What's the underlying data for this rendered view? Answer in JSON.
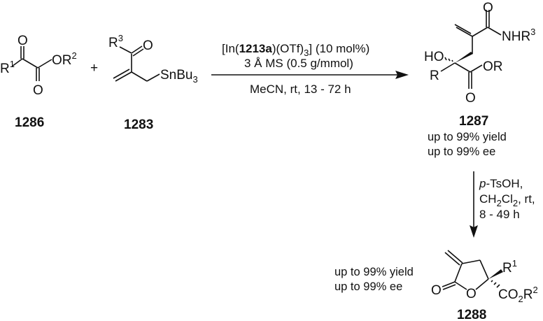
{
  "scheme": {
    "reactants": [
      {
        "id": "1286",
        "label": "1286",
        "atoms": {
          "o_top": "O",
          "o_bottom": "O",
          "r1": "R",
          "r1_sup": "1",
          "or2": "OR",
          "or2_sup": "2"
        }
      },
      {
        "id": "1283",
        "label": "1283",
        "atoms": {
          "r3": "R",
          "r3_sup": "3",
          "o": "O",
          "snbu": "SnBu",
          "snbu_sub": "3"
        }
      }
    ],
    "plus": "+",
    "step1": {
      "catalyst_prefix": "[In(",
      "catalyst_bold": "1213a",
      "catalyst_mid": ")(OTf)",
      "catalyst_sub": "3",
      "catalyst_suffix": "] (10 mol%)",
      "additive": "3 Å MS (0.5 g/mmol)",
      "conditions": "MeCN, rt, 13 - 72 h"
    },
    "product1": {
      "id": "1287",
      "label": "1287",
      "atoms": {
        "o_top": "O",
        "nhr": "NHR",
        "nhr_sup": "3",
        "ho": "HO",
        "r": "R",
        "or": "OR",
        "o_bottom": "O"
      },
      "yield": "up to 99% yield",
      "ee": "up to 99% ee"
    },
    "step2": {
      "reagent_italic": "p",
      "reagent_rest": "-TsOH,",
      "solvent_a": "CH",
      "solvent_sub1": "2",
      "solvent_b": "Cl",
      "solvent_sub2": "2",
      "solvent_c": ", rt,",
      "time": "8 - 49 h"
    },
    "product2": {
      "id": "1288",
      "label": "1288",
      "atoms": {
        "o_carbonyl": "O",
        "o_ring": "O",
        "r1": "R",
        "r1_sup": "1",
        "co": "CO",
        "co_sub": "2",
        "r2": "R",
        "r2_sup": "2"
      },
      "yield": "up to 99% yield",
      "ee": "up to 99% ee"
    }
  }
}
